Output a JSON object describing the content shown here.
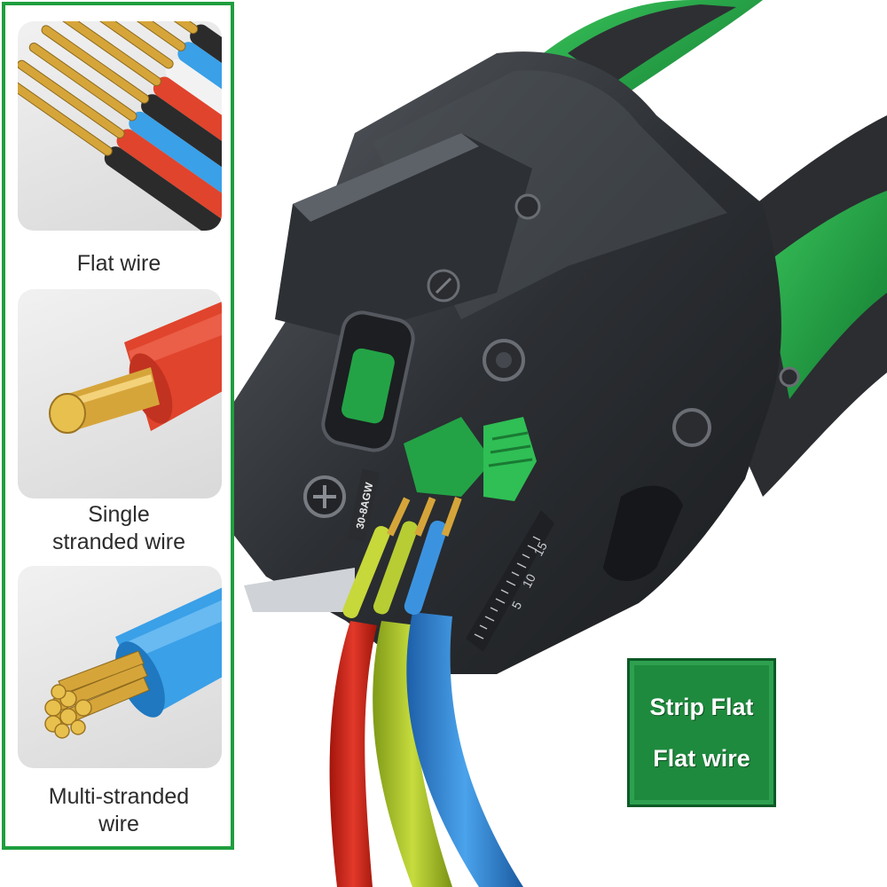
{
  "panel": {
    "items": [
      {
        "label": "Flat wire",
        "icon": "flat-ribbon-wire-icon"
      },
      {
        "label": "Single\nstranded wire",
        "icon": "single-strand-wire-icon"
      },
      {
        "label": "Multi-stranded\nwire",
        "icon": "multi-strand-wire-icon"
      }
    ]
  },
  "tool": {
    "gauge_label": "30-8AGW",
    "scale_marks": [
      "5",
      "10",
      "15"
    ]
  },
  "badge": {
    "line1": "Strip Flat",
    "line2": "Flat wire"
  },
  "colors": {
    "brand_green": "#1e8a3d",
    "panel_border": "#1f9e3e",
    "tool_body": "#3a3d42",
    "wire_red": "#d92a1c",
    "wire_yellow_green": "#a7c22a",
    "wire_blue": "#2f86d6",
    "copper": "#d6a53a"
  }
}
